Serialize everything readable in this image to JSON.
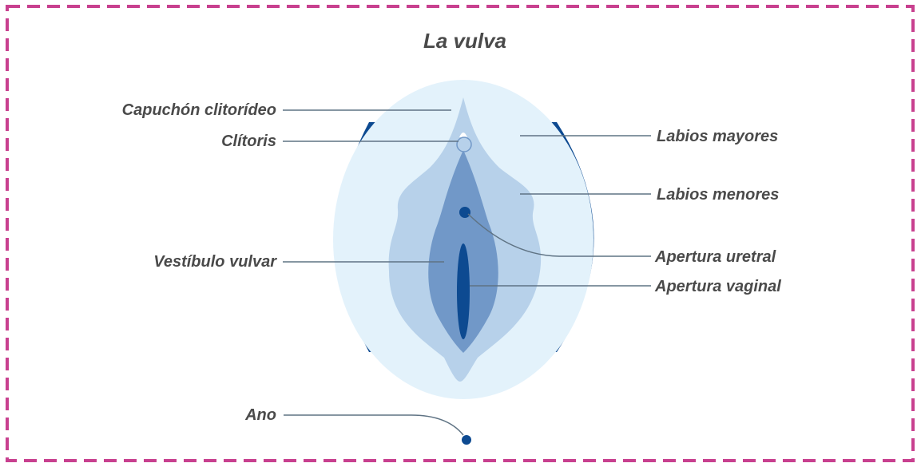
{
  "title": "La vulva",
  "colors": {
    "border": "#c8408f",
    "text": "#4a4a4a",
    "leader": "#5f7384",
    "outer": "#e3f2fb",
    "labia_minora": "#b7d1ea",
    "vestibule": "#7198c8",
    "dark": "#0d4a91"
  },
  "labels": {
    "capuchon": "Capuchón clitorídeo",
    "clitoris": "Clítoris",
    "vestibulo": "Vestíbulo vulvar",
    "ano": "Ano",
    "labios_mayores": "Labios mayores",
    "labios_menores": "Labios menores",
    "apertura_uretral": "Apertura uretral",
    "apertura_vaginal": "Apertura vaginal"
  }
}
